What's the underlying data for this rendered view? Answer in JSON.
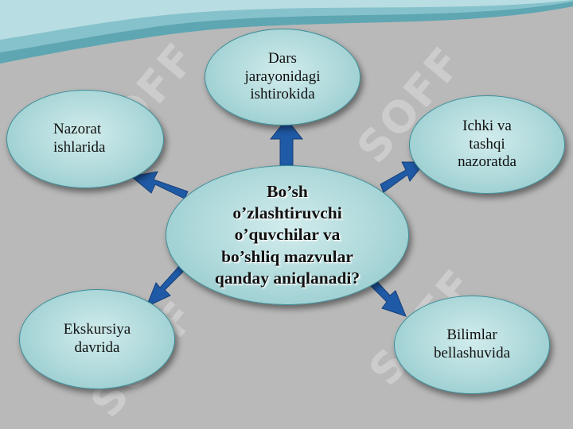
{
  "center": {
    "label": "Bo’sh\no’zlashtiruvchi\no’quvchilar va\nbo’shliq mazvular\nqanday aniqlanadi?"
  },
  "nodes": {
    "top": "Dars\njarayonidagi\nishtirokida",
    "left": "Nazorat\nishlarida",
    "right": "Ichki va\ntashqi\nnazoratda",
    "bottom_left": "Ekskursiya\ndavrida",
    "bottom_right": "Bilimlar\nbellashuvida"
  },
  "watermark": {
    "text": "SOFF"
  },
  "colors": {
    "background": "#b9b9b9",
    "node_fill": "#a9d6d8",
    "node_border": "#3d8f99",
    "arrow": "#1f5aa6",
    "header_wave": "#6fb2bd"
  }
}
